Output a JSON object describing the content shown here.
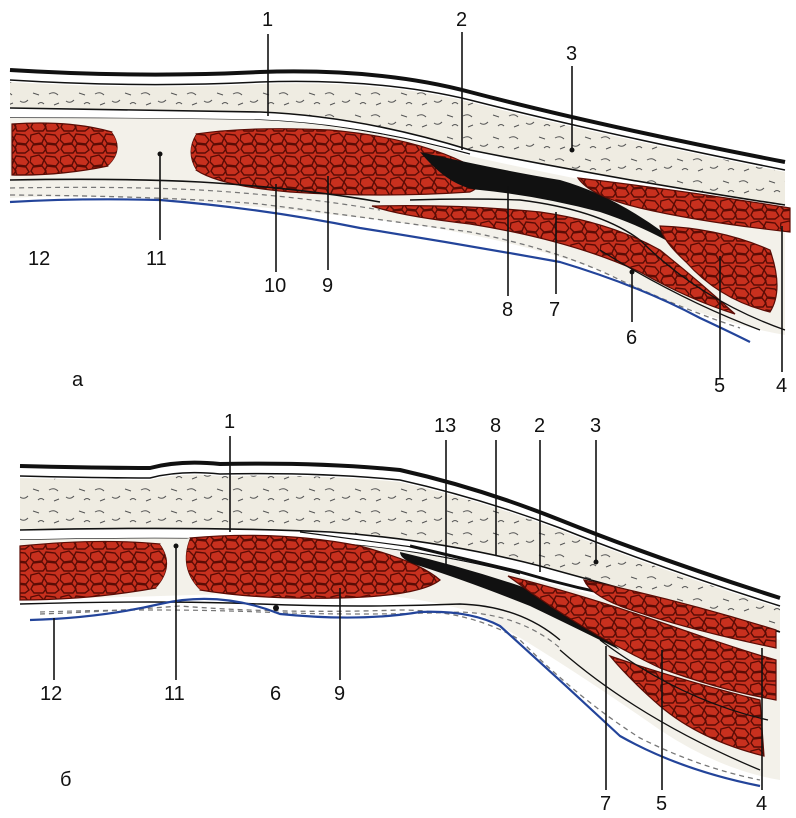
{
  "colors": {
    "muscle": "#c8301e",
    "muscle_cell_outline": "#5a0c05",
    "fascia_dark": "#111111",
    "fat_fill": "#efece2",
    "serosa_blue": "#23449a",
    "dashed_line": "#777777",
    "gap_fill": "#f3f1ea"
  },
  "panel_a": {
    "label": "а",
    "numbers": {
      "n1": "1",
      "n2": "2",
      "n3": "3",
      "n4": "4",
      "n5": "5",
      "n6": "6",
      "n7": "7",
      "n8": "8",
      "n9": "9",
      "n10": "10",
      "n11": "11",
      "n12": "12"
    }
  },
  "panel_b": {
    "label": "б",
    "numbers": {
      "n1": "1",
      "n13": "13",
      "n8": "8",
      "n2": "2",
      "n3": "3",
      "n12": "12",
      "n11": "11",
      "n6": "6",
      "n9": "9",
      "n7": "7",
      "n5": "5",
      "n4": "4"
    }
  },
  "icons": {
    "muscle_texture": "muscle-fiber-pattern",
    "fat_texture": "connective-tissue-fibers"
  }
}
